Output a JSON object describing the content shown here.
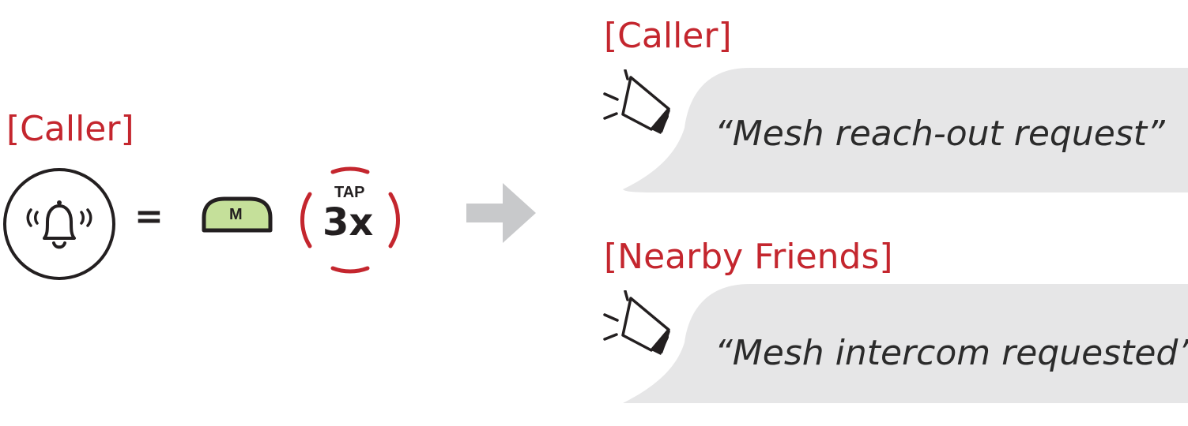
{
  "left": {
    "heading": "[Caller]",
    "equals": "=",
    "button_label": "M",
    "tap_label": "TAP",
    "tap_count": "3x",
    "icon": "alarm-bell-icon"
  },
  "right": {
    "caller": {
      "heading": "[Caller]",
      "message": "“Mesh reach-out request”",
      "icon": "speaker-icon"
    },
    "friends": {
      "heading": "[Nearby Friends]",
      "message": "“Mesh intercom requested”",
      "icon": "speaker-icon"
    }
  },
  "colors": {
    "accent": "#c4262e",
    "button_fill": "#c5e09a",
    "bubble": "#e6e6e7",
    "arrow": "#c8c9cb",
    "ink": "#231f20"
  }
}
